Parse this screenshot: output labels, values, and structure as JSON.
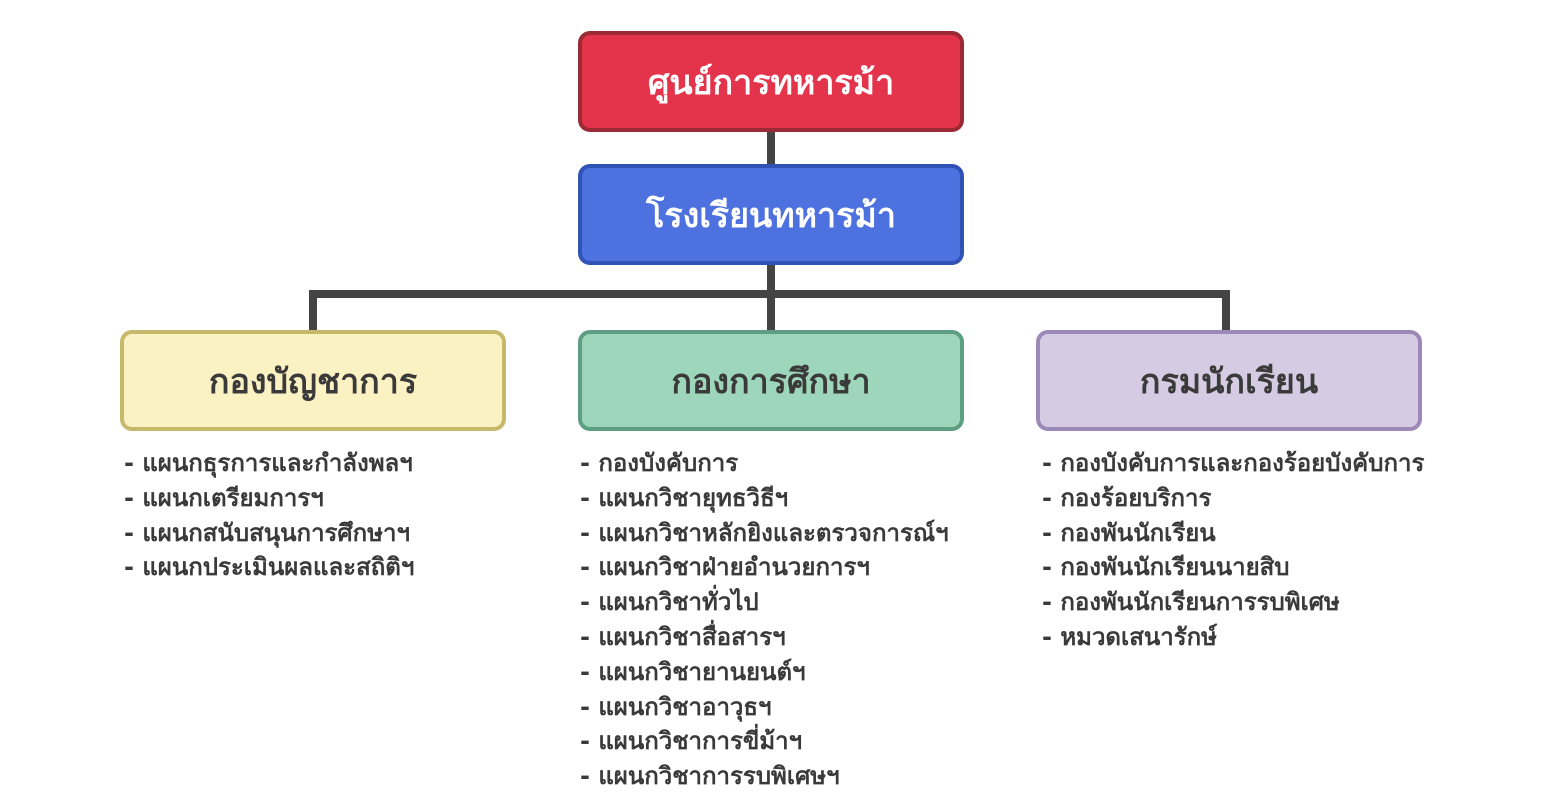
{
  "chart": {
    "root": "ศูนย์การทหารม้า",
    "school": "โรงเรียนทหารม้า",
    "divisions": [
      {
        "title": "กองบัญชาการ",
        "items": [
          "- แผนกธุรการและกำลังพลฯ",
          "- แผนกเตรียมการฯ",
          "- แผนกสนับสนุนการศึกษาฯ",
          "- แผนกประเมินผลและสถิติฯ"
        ]
      },
      {
        "title": "กองการศึกษา",
        "items": [
          "- กองบังคับการ",
          "- แผนกวิชายุทธวิธีฯ",
          "- แผนกวิชาหลักยิงและตรวจการณ์ฯ",
          "- แผนกวิชาฝ่ายอำนวยการฯ",
          "- แผนกวิชาทั่วไป",
          "- แผนกวิชาสื่อสารฯ",
          "- แผนกวิชายานยนต์ฯ",
          "- แผนกวิชาอาวุธฯ",
          "- แผนกวิชาการขี่ม้าฯ",
          "- แผนกวิชาการรบพิเศษฯ"
        ]
      },
      {
        "title": "กรมนักเรียน",
        "items": [
          "- กองบังคับการและกองร้อยบังคับการ",
          "- กองร้อยบริการ",
          "- กองพันนักเรียน",
          "- กองพันนักเรียนนายสิบ",
          "- กองพันนักเรียนการรบพิเศษ",
          "- หมวดเสนารักษ์"
        ]
      }
    ]
  },
  "colors": {
    "root_fill": "#e3344b",
    "school_fill": "#4d72e0",
    "admin_fill": "#fbf2c4",
    "edu_fill": "#9ed6bb",
    "cadet_fill": "#d5cbe3",
    "connector": "#444444"
  }
}
